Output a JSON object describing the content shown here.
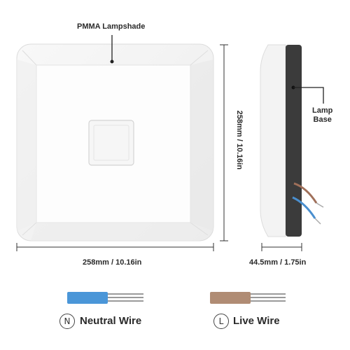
{
  "callouts": {
    "lampshade": "PMMA Lampshade",
    "lamp_base_line1": "Lamp",
    "lamp_base_line2": "Base"
  },
  "dimensions": {
    "width": "258mm / 10.16in",
    "height": "258mm / 10.16in",
    "depth": "44.5mm / 1.75in"
  },
  "wires": [
    {
      "letter": "N",
      "label": "Neutral Wire",
      "color": "#4a96d8"
    },
    {
      "letter": "L",
      "label": "Live Wire",
      "color": "#b08c74"
    }
  ],
  "colors": {
    "lamp_base": "#3b3b3b",
    "lampshade": "#f4f4f4"
  }
}
